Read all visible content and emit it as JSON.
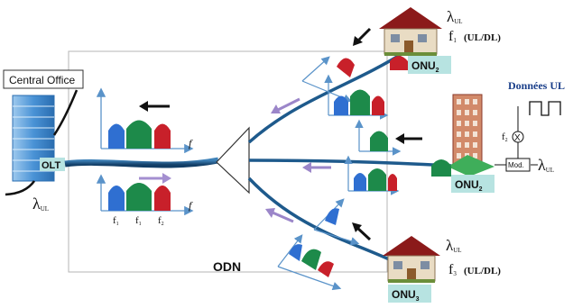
{
  "central_office": {
    "label": "Central Office"
  },
  "olt": {
    "label": "OLT",
    "wavelength": "λ",
    "wavelength_sub": "UL"
  },
  "odn": {
    "label": "ODN"
  },
  "onu_top": {
    "label": "ONU",
    "label_sub": "2",
    "wavelength": "λ",
    "wavelength_sub": "UL",
    "freq": "f",
    "freq_sub": "1",
    "mode": "(UL/DL)"
  },
  "onu_mid": {
    "label": "ONU",
    "label_sub": "2",
    "wavelength": "λ",
    "wavelength_sub": "UL"
  },
  "onu_bot": {
    "label": "ONU",
    "label_sub": "3",
    "wavelength": "λ",
    "wavelength_sub": "UL",
    "freq": "f",
    "freq_sub": "3",
    "mode": "(UL/DL)"
  },
  "modulator": {
    "data_label": "Données UL",
    "freq": "f",
    "freq_sub": "2",
    "mixer": "X",
    "mod_label": "Mod."
  },
  "spectrum_top": {
    "axis_label": "f"
  },
  "spectrum_bottom": {
    "axis_label": "f",
    "tick1": "f",
    "tick1_sub": "1",
    "tick2": "f",
    "tick2_sub": "1",
    "tick3": "f",
    "tick3_sub": "2"
  },
  "colors": {
    "blue": "#2f6fd1",
    "green": "#1d8a4a",
    "red": "#c8202a",
    "fiber": "#1e5a8c",
    "arrow_purple": "#9b86c9"
  }
}
